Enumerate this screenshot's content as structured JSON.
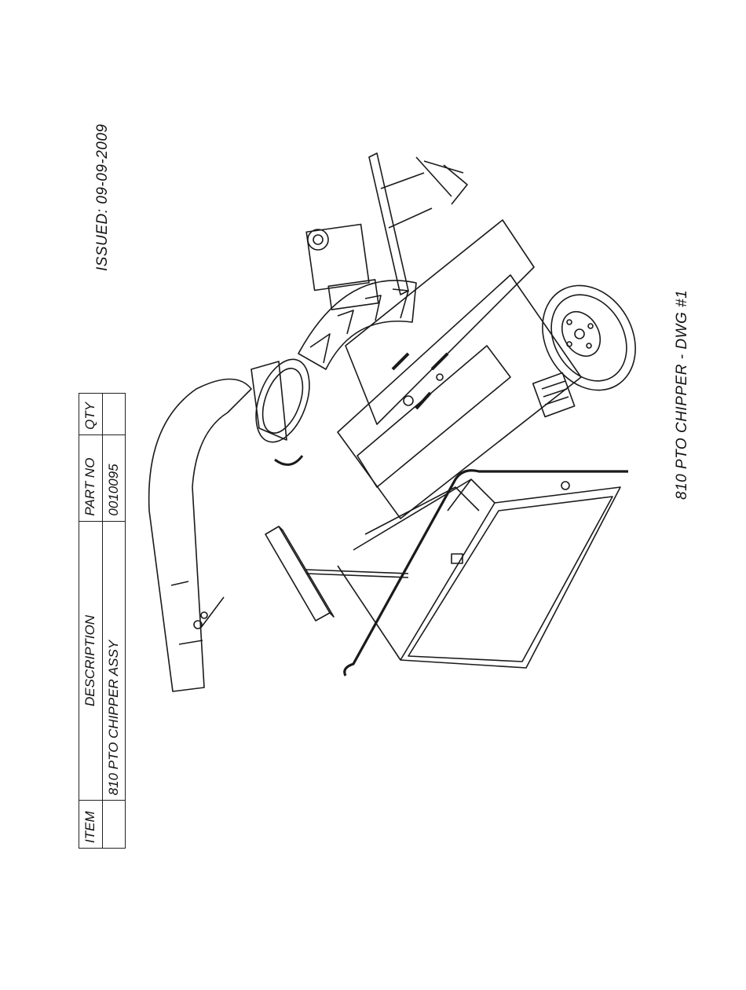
{
  "issued": "ISSUED: 09-09-2009",
  "drawing_title": "810 PTO CHIPPER - DWG #1",
  "parts_table": {
    "headers": {
      "item": "ITEM",
      "description": "DESCRIPTION",
      "part_no": "PART NO",
      "qty": "QTY"
    },
    "rows": [
      {
        "item": "",
        "description": "810 PTO CHIPPER ASSY",
        "part_no": "0010095",
        "qty": ""
      }
    ]
  }
}
